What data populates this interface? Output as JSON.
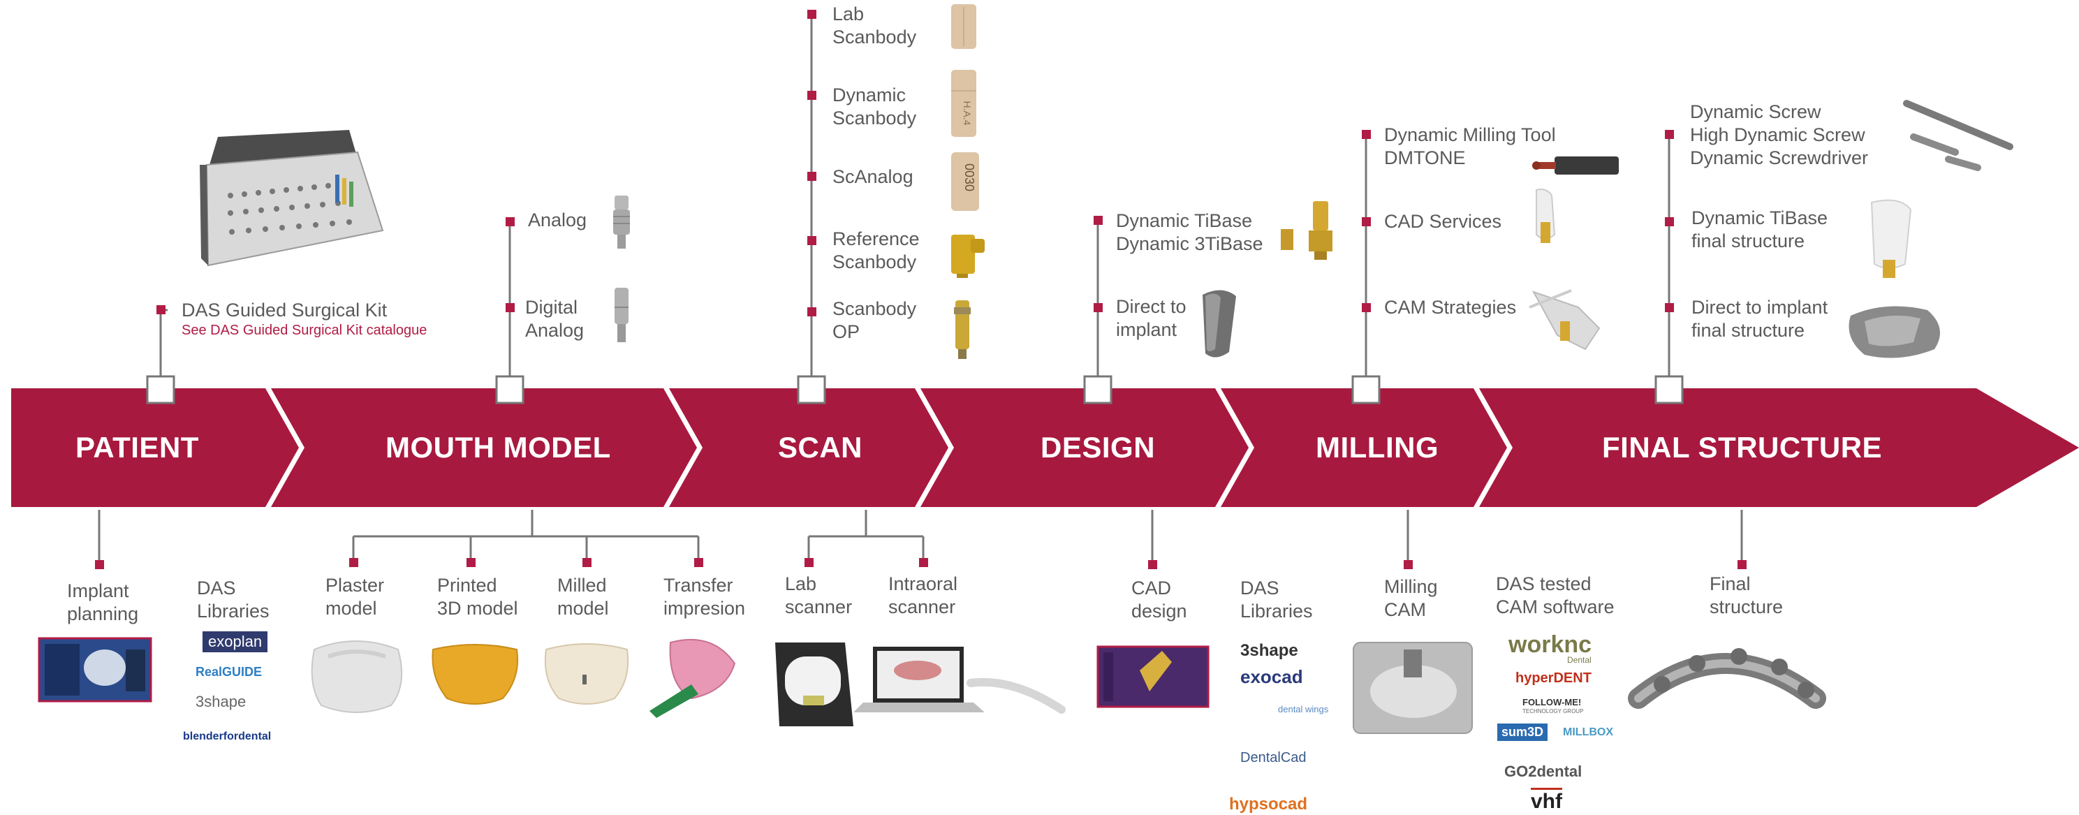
{
  "colors": {
    "brand": "#a8193f",
    "marker": "#b01c45",
    "text": "#5a5a5a",
    "line": "#777777"
  },
  "stages": [
    "PATIENT",
    "MOUTH MODEL",
    "SCAN",
    "DESIGN",
    "MILLING",
    "FINAL STRUCTURE"
  ],
  "top": {
    "patient": {
      "kit": "DAS Guided Surgical Kit",
      "kit_link": "See DAS Guided Surgical Kit catalogue"
    },
    "mouth_model": {
      "analog": "Analog",
      "digital_analog": [
        "Digital",
        "Analog"
      ]
    },
    "scan": {
      "lab_scanbody": [
        "Lab",
        "Scanbody"
      ],
      "dynamic_scanbody": [
        "Dynamic",
        "Scanbody"
      ],
      "scanalog": "ScAnalog",
      "reference_scanbody": [
        "Reference",
        "Scanbody"
      ],
      "scanbody_op": [
        "Scanbody",
        "OP"
      ]
    },
    "design": {
      "tibase": [
        "Dynamic TiBase",
        "Dynamic 3TiBase"
      ],
      "direct": [
        "Direct to",
        "implant"
      ]
    },
    "milling": {
      "tool": [
        "Dynamic Milling Tool",
        "DMTONE"
      ],
      "cad": "CAD Services",
      "cam": "CAM Strategies"
    },
    "final": {
      "screws": [
        "Dynamic Screw",
        "High Dynamic Screw",
        "Dynamic Screwdriver"
      ],
      "tibase": [
        "Dynamic TiBase",
        "final structure"
      ],
      "direct": [
        "Direct to implant",
        "final structure"
      ]
    }
  },
  "bottom": {
    "patient": {
      "implant_planning": [
        "Implant",
        "planning"
      ],
      "das_libraries": [
        "DAS",
        "Libraries"
      ]
    },
    "patient_logos": [
      "exoplan",
      "RealGUIDE",
      "3shape",
      "blenderfordental"
    ],
    "mouth_model": {
      "plaster": [
        "Plaster",
        "model"
      ],
      "printed": [
        "Printed",
        "3D model"
      ],
      "milled": [
        "Milled",
        "model"
      ],
      "transfer": [
        "Transfer",
        "impresion"
      ]
    },
    "scan": {
      "lab": [
        "Lab",
        "scanner"
      ],
      "intraoral": [
        "Intraoral",
        "scanner"
      ]
    },
    "design": {
      "cad": [
        "CAD",
        "design"
      ],
      "das_libraries": [
        "DAS",
        "Libraries"
      ]
    },
    "design_logos": [
      "3shape",
      "exocad",
      "dental wings",
      "DentalCad",
      "hypsocad"
    ],
    "milling": {
      "cam": [
        "Milling",
        "CAM"
      ],
      "tested": [
        "DAS tested",
        "CAM software"
      ]
    },
    "milling_logos": [
      "worknc",
      "Dental",
      "hyperDENT",
      "FOLLOW-ME!",
      "TECHNOLOGY GROUP",
      "sum3D",
      "MILLBOX",
      "GO2dental",
      "vhf"
    ],
    "final": {
      "final": [
        "Final",
        "structure"
      ]
    }
  },
  "product_marks": {
    "dynamic_scanbody_engraving": "H.A.4",
    "scanalog_engraving": "0030"
  }
}
